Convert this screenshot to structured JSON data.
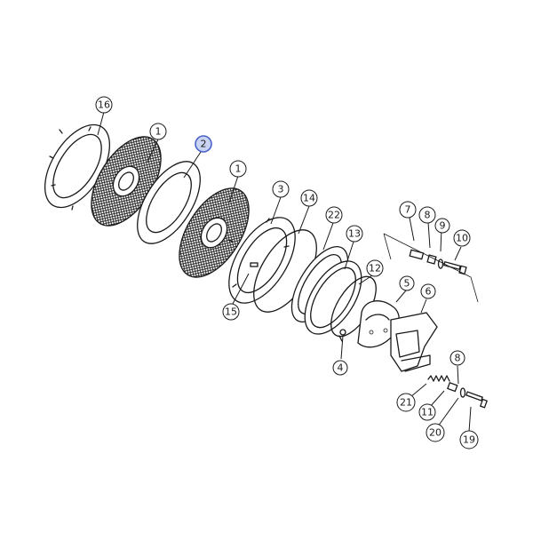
{
  "diagram": {
    "callouts": [
      {
        "id": "c16",
        "label": "16"
      },
      {
        "id": "c1a",
        "label": "1"
      },
      {
        "id": "c2",
        "label": "2",
        "highlighted": true
      },
      {
        "id": "c1b",
        "label": "1"
      },
      {
        "id": "c3",
        "label": "3"
      },
      {
        "id": "c14",
        "label": "14"
      },
      {
        "id": "c22",
        "label": "22"
      },
      {
        "id": "c13",
        "label": "13"
      },
      {
        "id": "c12",
        "label": "12"
      },
      {
        "id": "c15",
        "label": "15"
      },
      {
        "id": "c7",
        "label": "7"
      },
      {
        "id": "c8a",
        "label": "8"
      },
      {
        "id": "c9",
        "label": "9"
      },
      {
        "id": "c10",
        "label": "10"
      },
      {
        "id": "c5",
        "label": "5"
      },
      {
        "id": "c6",
        "label": "6"
      },
      {
        "id": "c4",
        "label": "4"
      },
      {
        "id": "c8b",
        "label": "8"
      },
      {
        "id": "c21",
        "label": "21"
      },
      {
        "id": "c11",
        "label": "11"
      },
      {
        "id": "c20",
        "label": "20"
      },
      {
        "id": "c19",
        "label": "19"
      }
    ],
    "colors": {
      "ink": "#1a1a1a",
      "highlight_fill": "#c9d3f2",
      "highlight_stroke": "#4b63c8",
      "background": "#ffffff"
    }
  }
}
